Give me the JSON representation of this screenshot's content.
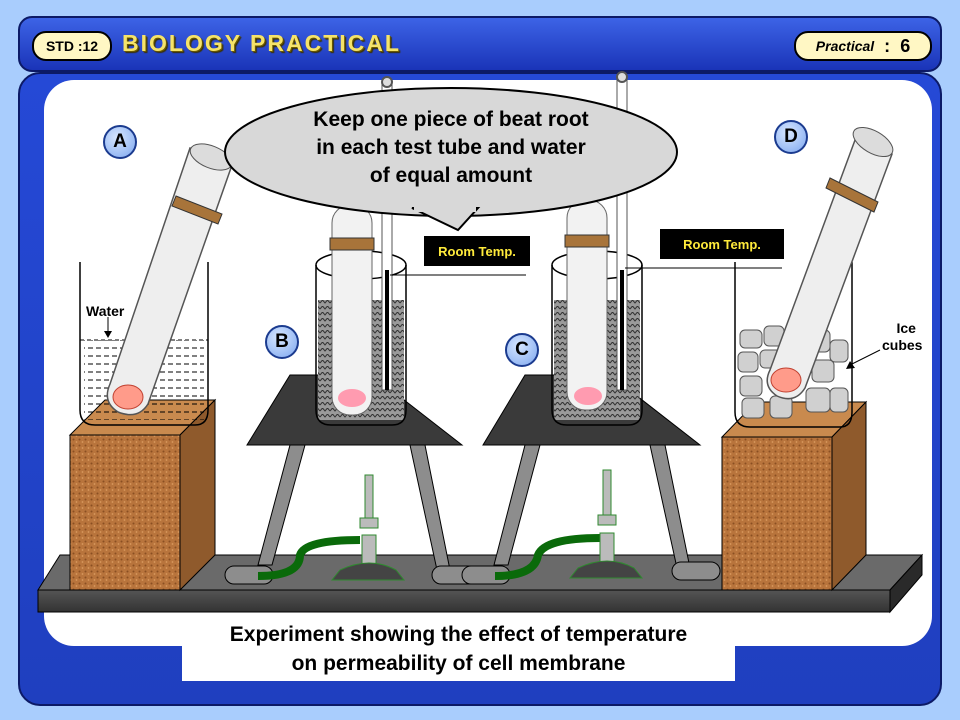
{
  "header": {
    "std_label": "STD :12",
    "title": "BIOLOGY PRACTICAL",
    "practical_label": "Practical",
    "practical_sep": ":",
    "practical_number": "6"
  },
  "callout": {
    "line1": "Keep one piece of beat root",
    "line2": "in each test tube and water",
    "line3": "of equal amount"
  },
  "labels": {
    "setup_a": "A",
    "setup_b": "B",
    "setup_c": "C",
    "setup_d": "D",
    "water": "Water",
    "ice_line1": "Ice",
    "ice_line2": "cubes",
    "room_temp_b": "Room Temp.",
    "room_temp_c": "Room Temp."
  },
  "caption": {
    "line1": "Experiment showing the effect of temperature",
    "line2": "on permeability of cell membrane"
  },
  "colors": {
    "header_blue": "#2a4bd8",
    "title_yellow": "#f5e36a",
    "cork": "#b8743c",
    "tripod": "#3a3a3a",
    "tube_rubber": "#2f8a2f",
    "beetroot": "#ff9b8a"
  }
}
